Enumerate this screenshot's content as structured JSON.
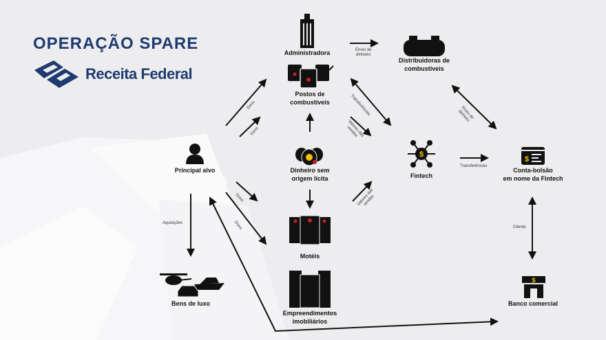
{
  "header": {
    "title": "OPERAÇÃO SPARE",
    "logo_text": "Receita Federal"
  },
  "nodes": {
    "administradora": "Administradora",
    "distribuidoras": [
      "Distribuidoras de",
      "combustíveis"
    ],
    "postos": [
      "Postos de",
      "combustíveis"
    ],
    "principal": "Principal alvo",
    "dinheiro": [
      "Dinheiro sem",
      "origem lícita"
    ],
    "fintech": "Fintech",
    "conta": [
      "Conta-bolsão",
      "em nome da Fintech"
    ],
    "moteis": "Motéis",
    "empreendimentos": [
      "Empreendimentos",
      "imobiliários"
    ],
    "bens": "Bens de luxo",
    "banco": "Banco comercial"
  },
  "edges": {
    "dono": "Dono",
    "envio": [
      "Envio de",
      "dinheiro"
    ],
    "transferencias": "Transferências",
    "valores": [
      "Valores das",
      "vendas"
    ],
    "aquisicoes": "Aquisições",
    "cliente": "Cliente"
  },
  "colors": {
    "navy": "#1f3a6e",
    "accent": "#f2c200",
    "red": "#d01c1c",
    "icon": "#111111"
  }
}
